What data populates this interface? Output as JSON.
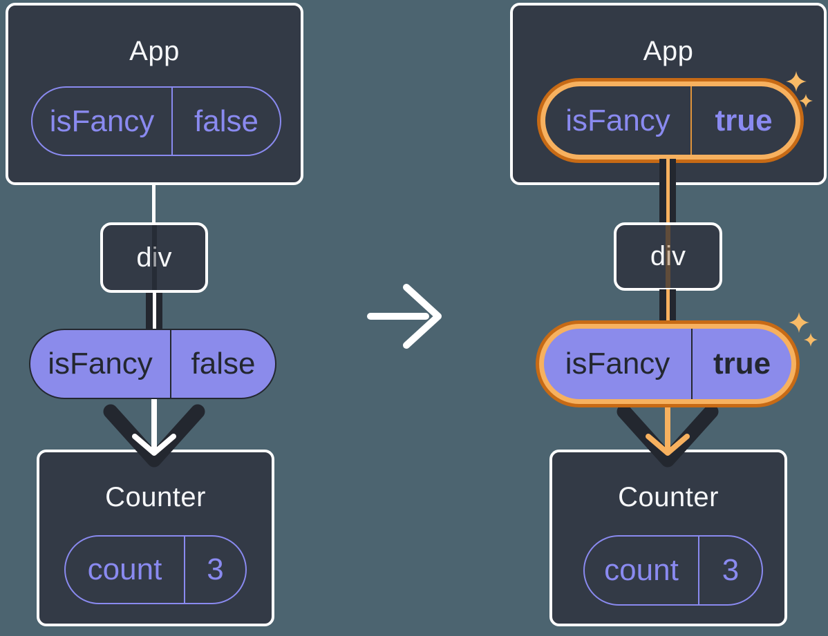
{
  "before": {
    "app_card": {
      "title": "App",
      "state": {
        "name": "isFancy",
        "value": "false"
      }
    },
    "div_node": {
      "label": "div"
    },
    "prop_pill": {
      "name": "isFancy",
      "value": "false"
    },
    "counter_card": {
      "title": "Counter",
      "state": {
        "name": "count",
        "value": "3"
      }
    }
  },
  "after": {
    "app_card": {
      "title": "App",
      "state": {
        "name": "isFancy",
        "value": "true"
      }
    },
    "div_node": {
      "label": "div"
    },
    "prop_pill": {
      "name": "isFancy",
      "value": "true"
    },
    "counter_card": {
      "title": "Counter",
      "state": {
        "name": "count",
        "value": "3"
      }
    }
  },
  "colors": {
    "background": "#4C6470",
    "card": "#333A46",
    "purple": "#8A8AF0",
    "purple_fill": "#8B8BEB",
    "dark": "#23272F",
    "orange_dark": "#C76A15",
    "orange_light": "#F7B15F",
    "sparkle": "#F8BB67",
    "white": "#FFFFFF"
  }
}
